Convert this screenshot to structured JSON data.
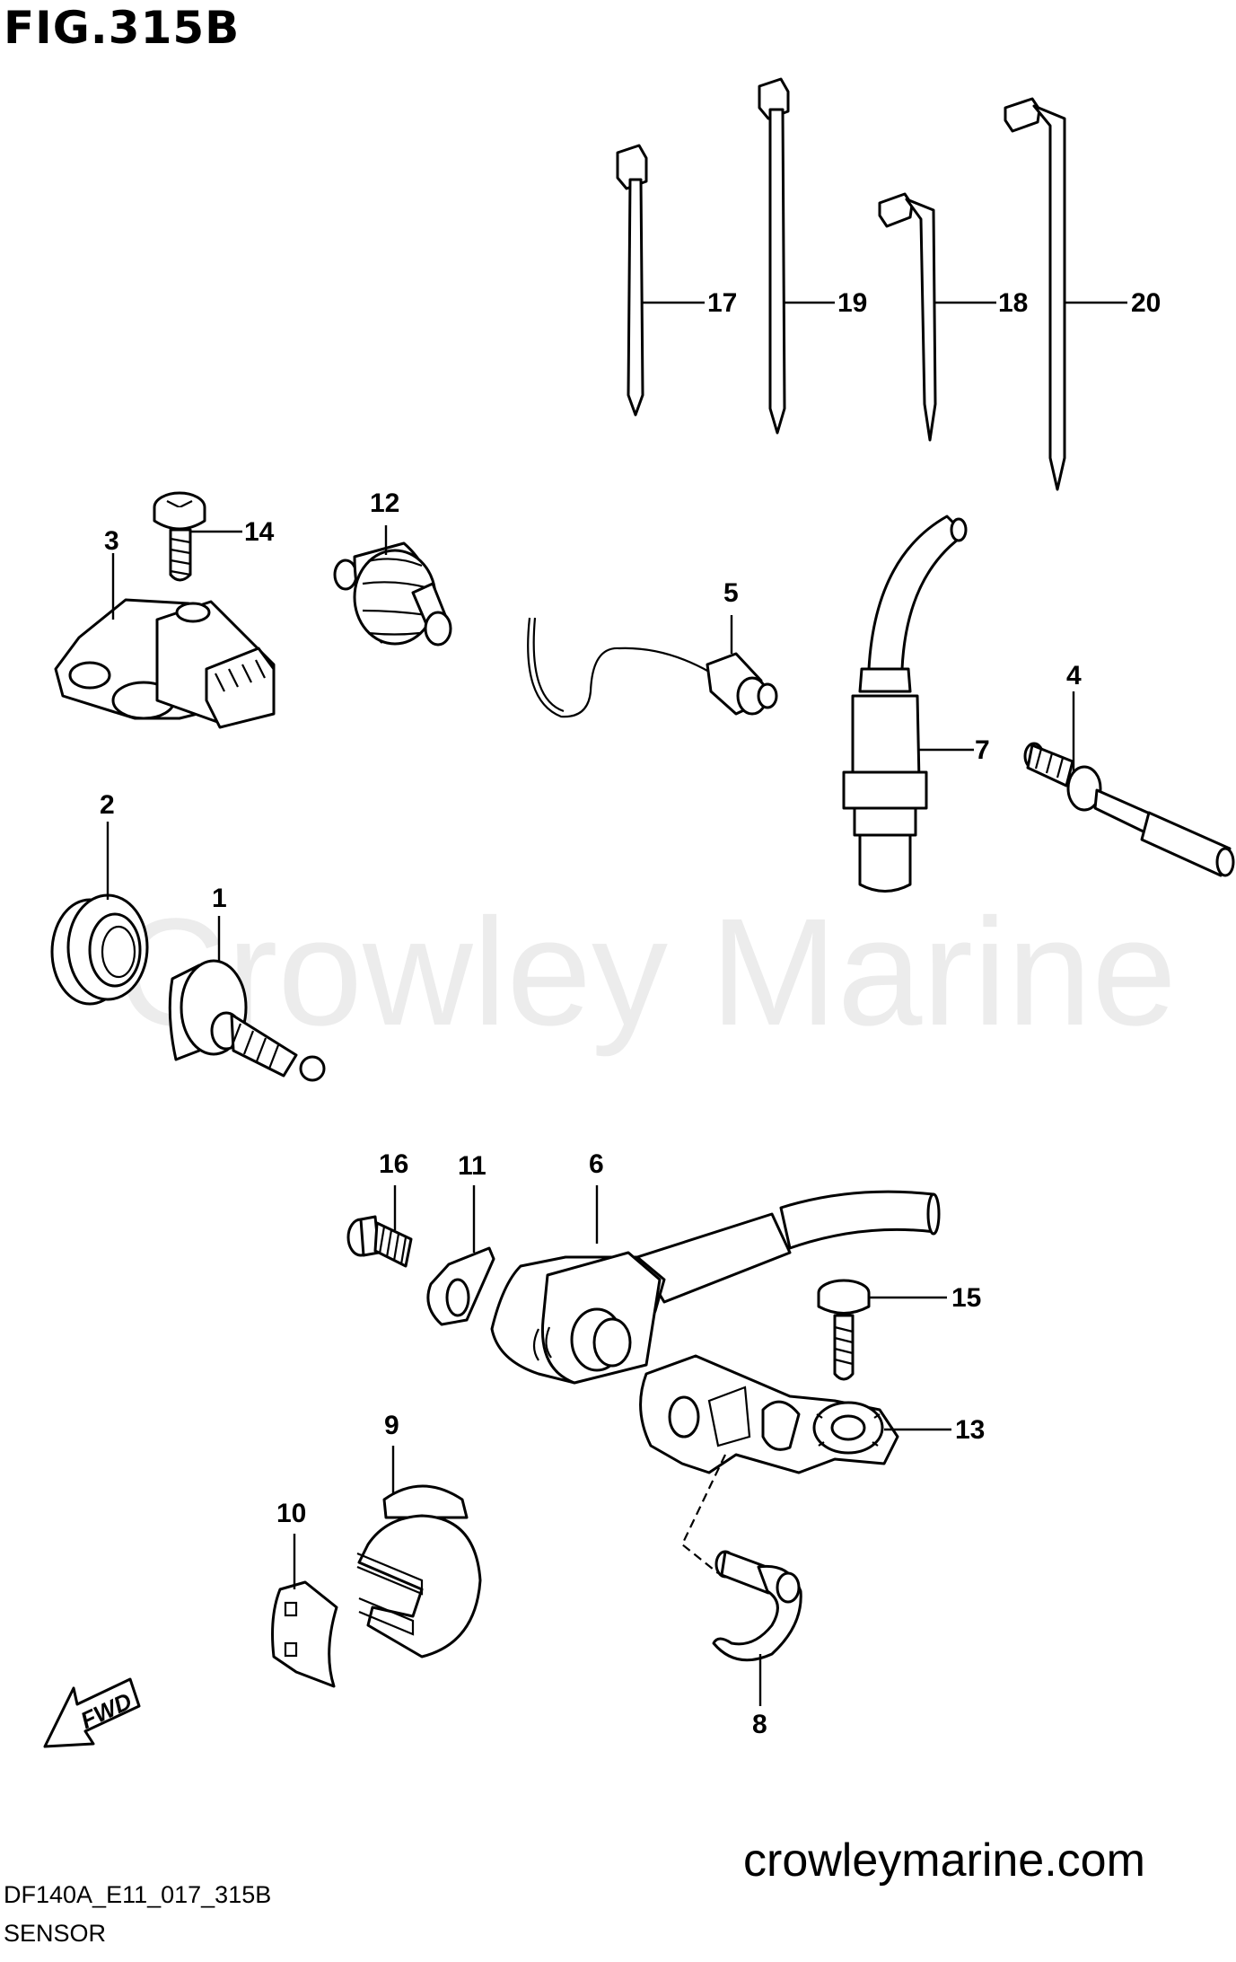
{
  "figure": {
    "title": "FIG.315B",
    "diagram_code": "DF140A_E11_017_315B",
    "section_name": "SENSOR",
    "site_url": "crowleymarine.com",
    "watermark": "Crowley Marine",
    "direction_badge": "FWD"
  },
  "callouts": [
    {
      "id": "1",
      "label": "1"
    },
    {
      "id": "2",
      "label": "2"
    },
    {
      "id": "3",
      "label": "3"
    },
    {
      "id": "4",
      "label": "4"
    },
    {
      "id": "5",
      "label": "5"
    },
    {
      "id": "6",
      "label": "6"
    },
    {
      "id": "7",
      "label": "7"
    },
    {
      "id": "8",
      "label": "8"
    },
    {
      "id": "9",
      "label": "9"
    },
    {
      "id": "10",
      "label": "10"
    },
    {
      "id": "11",
      "label": "11"
    },
    {
      "id": "12",
      "label": "12"
    },
    {
      "id": "13",
      "label": "13"
    },
    {
      "id": "14",
      "label": "14"
    },
    {
      "id": "15",
      "label": "15"
    },
    {
      "id": "16",
      "label": "16"
    },
    {
      "id": "17",
      "label": "17"
    },
    {
      "id": "18",
      "label": "18"
    },
    {
      "id": "19",
      "label": "19"
    },
    {
      "id": "20",
      "label": "20"
    }
  ],
  "colors": {
    "ink": "#000000",
    "background": "#ffffff",
    "watermark": "#ececec"
  }
}
